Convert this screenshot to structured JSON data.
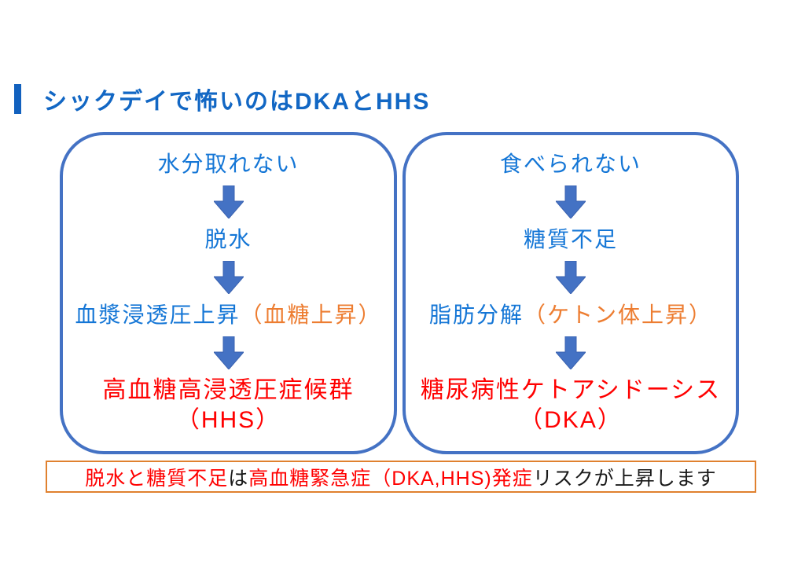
{
  "title": {
    "text": "シックデイで怖いのはDKAとHHS"
  },
  "colors": {
    "title_blue": "#1267c4",
    "flow_text_blue": "#1476d6",
    "arrow_blue": "#4472c4",
    "panel_border_blue": "#4472c4",
    "paren_orange": "#ed7d31",
    "result_red": "#ff0000",
    "note_border_orange": "#e0812f",
    "note_text_black": "#1a1a1a"
  },
  "left_panel": {
    "step1": "水分取れない",
    "step2": "脱水",
    "step3_main": "血漿浸透圧上昇",
    "step3_paren": "（血糖上昇）",
    "result_line1": "高血糖高浸透圧症候群",
    "result_line2": "（HHS）"
  },
  "right_panel": {
    "step1": "食べられない",
    "step2": "糖質不足",
    "step3_main": "脂肪分解",
    "step3_paren": "（ケトン体上昇）",
    "result_line1": "糖尿病性ケトアシドーシス",
    "result_line2": "（DKA）"
  },
  "note": {
    "seg1_red": "脱水と糖質不足",
    "seg2_black": "は",
    "seg3_red": "高血糖緊急症（DKA,HHS)発症",
    "seg4_black": "リスクが上昇します"
  }
}
